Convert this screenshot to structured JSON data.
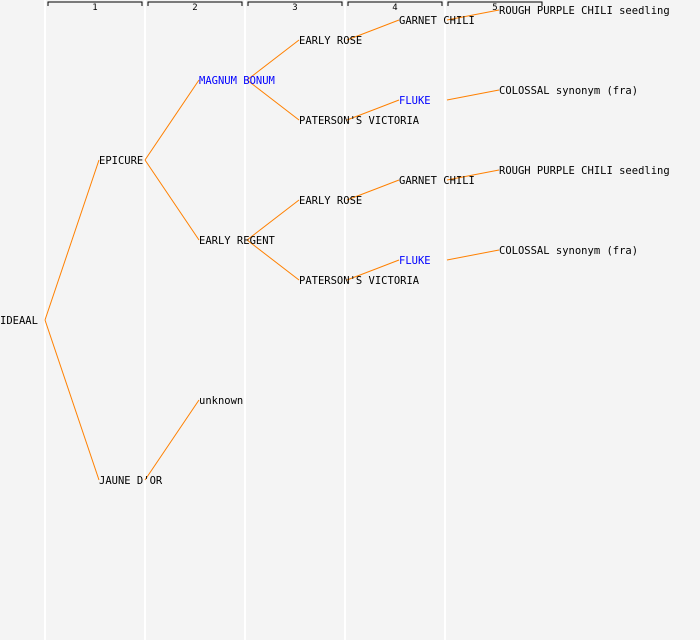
{
  "colors": {
    "line": "#ff8000",
    "text": "#000000",
    "highlight": "#0000ff",
    "separator": "#ffffff",
    "background": "#f4f4f4"
  },
  "generation_headers": [
    "1",
    "2",
    "3",
    "4",
    "5"
  ],
  "tree": {
    "name": "IDEAAL",
    "highlight": false,
    "parents": [
      {
        "name": "EPICURE",
        "highlight": false,
        "parents": [
          {
            "name": "MAGNUM BONUM",
            "highlight": true,
            "parents": [
              {
                "name": "EARLY ROSE",
                "highlight": false,
                "parents": [
                  {
                    "name": "GARNET CHILI",
                    "highlight": false,
                    "parents": [
                      {
                        "name": "ROUGH PURPLE CHILI seedling",
                        "highlight": false,
                        "parents": []
                      }
                    ]
                  }
                ]
              },
              {
                "name": "PATERSON'S VICTORIA",
                "highlight": false,
                "parents": [
                  {
                    "name": "FLUKE",
                    "highlight": true,
                    "parents": [
                      {
                        "name": "COLOSSAL synonym (fra)",
                        "highlight": false,
                        "parents": []
                      }
                    ]
                  }
                ]
              }
            ]
          },
          {
            "name": "EARLY REGENT",
            "highlight": false,
            "parents": [
              {
                "name": "EARLY ROSE",
                "highlight": false,
                "parents": [
                  {
                    "name": "GARNET CHILI",
                    "highlight": false,
                    "parents": [
                      {
                        "name": "ROUGH PURPLE CHILI seedling",
                        "highlight": false,
                        "parents": []
                      }
                    ]
                  }
                ]
              },
              {
                "name": "PATERSON'S VICTORIA",
                "highlight": false,
                "parents": [
                  {
                    "name": "FLUKE",
                    "highlight": true,
                    "parents": [
                      {
                        "name": "COLOSSAL synonym (fra)",
                        "highlight": false,
                        "parents": []
                      }
                    ]
                  }
                ]
              }
            ]
          }
        ]
      },
      {
        "name": "JAUNE D'OR",
        "highlight": false,
        "parents": [
          {
            "name": "unknown",
            "highlight": false,
            "parents": []
          }
        ]
      }
    ]
  }
}
